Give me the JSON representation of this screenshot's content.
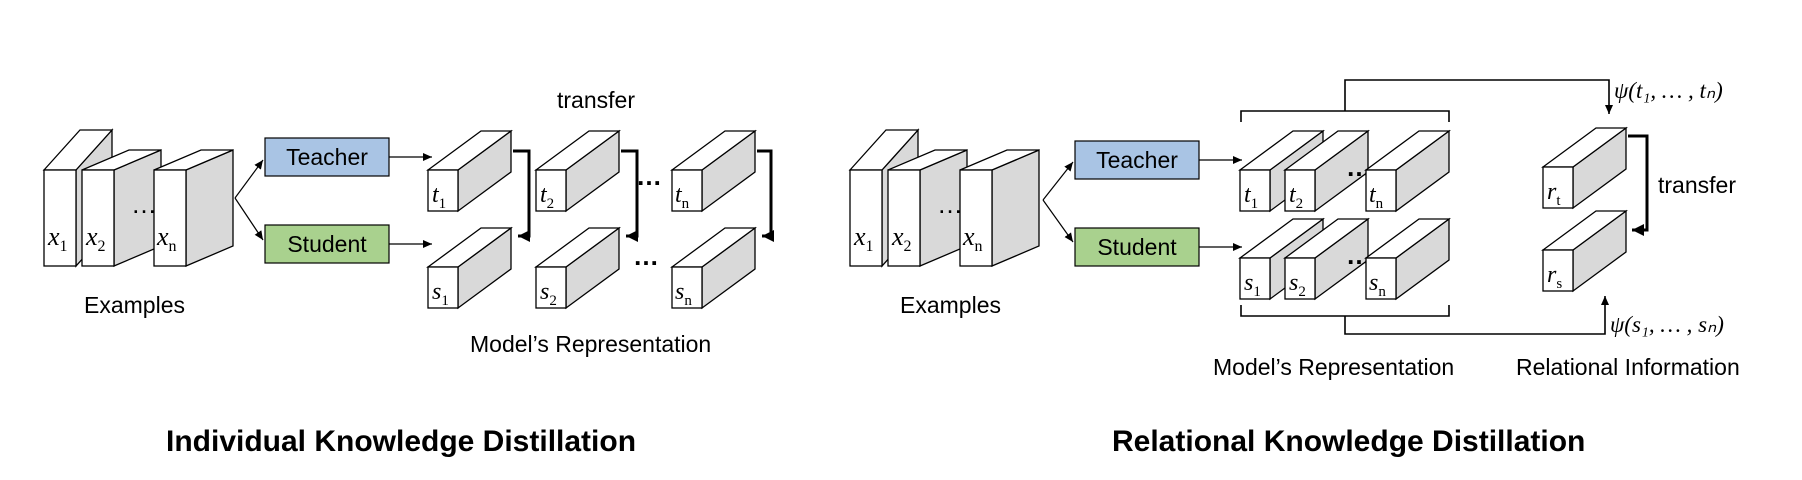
{
  "colors": {
    "teacher_fill": "#a9c4e4",
    "student_fill": "#a9d18e",
    "cube_side": "#d9d9d9"
  },
  "left": {
    "examples_label": "Examples",
    "x_labels": [
      {
        "base": "x",
        "sub": "1"
      },
      {
        "base": "x",
        "sub": "2"
      },
      {
        "base": "x",
        "sub": "n"
      }
    ],
    "ellipsis": "…",
    "teacher_label": "Teacher",
    "student_label": "Student",
    "transfer_label": "transfer",
    "t_labels": [
      {
        "base": "t",
        "sub": "1"
      },
      {
        "base": "t",
        "sub": "2"
      },
      {
        "base": "t",
        "sub": "n"
      }
    ],
    "s_labels": [
      {
        "base": "s",
        "sub": "1"
      },
      {
        "base": "s",
        "sub": "2"
      },
      {
        "base": "s",
        "sub": "n"
      }
    ],
    "model_rep_label": "Model’s Representation",
    "title": "Individual Knowledge Distillation"
  },
  "right": {
    "examples_label": "Examples",
    "x_labels": [
      {
        "base": "x",
        "sub": "1"
      },
      {
        "base": "x",
        "sub": "2"
      },
      {
        "base": "x",
        "sub": "n"
      }
    ],
    "ellipsis": "…",
    "teacher_label": "Teacher",
    "student_label": "Student",
    "t_labels": [
      {
        "base": "t",
        "sub": "1"
      },
      {
        "base": "t",
        "sub": "2"
      },
      {
        "base": "t",
        "sub": "n"
      }
    ],
    "s_labels": [
      {
        "base": "s",
        "sub": "1"
      },
      {
        "base": "s",
        "sub": "2"
      },
      {
        "base": "s",
        "sub": "n"
      }
    ],
    "psi_t": "ψ(t₁, … , tₙ)",
    "psi_s": "ψ(s₁, … , sₙ)",
    "r_t": {
      "base": "r",
      "sub": "t"
    },
    "r_s": {
      "base": "r",
      "sub": "s"
    },
    "transfer_label": "transfer",
    "model_rep_label": "Model’s Representation",
    "relational_info_label": "Relational Information",
    "title": "Relational Knowledge Distillation"
  }
}
